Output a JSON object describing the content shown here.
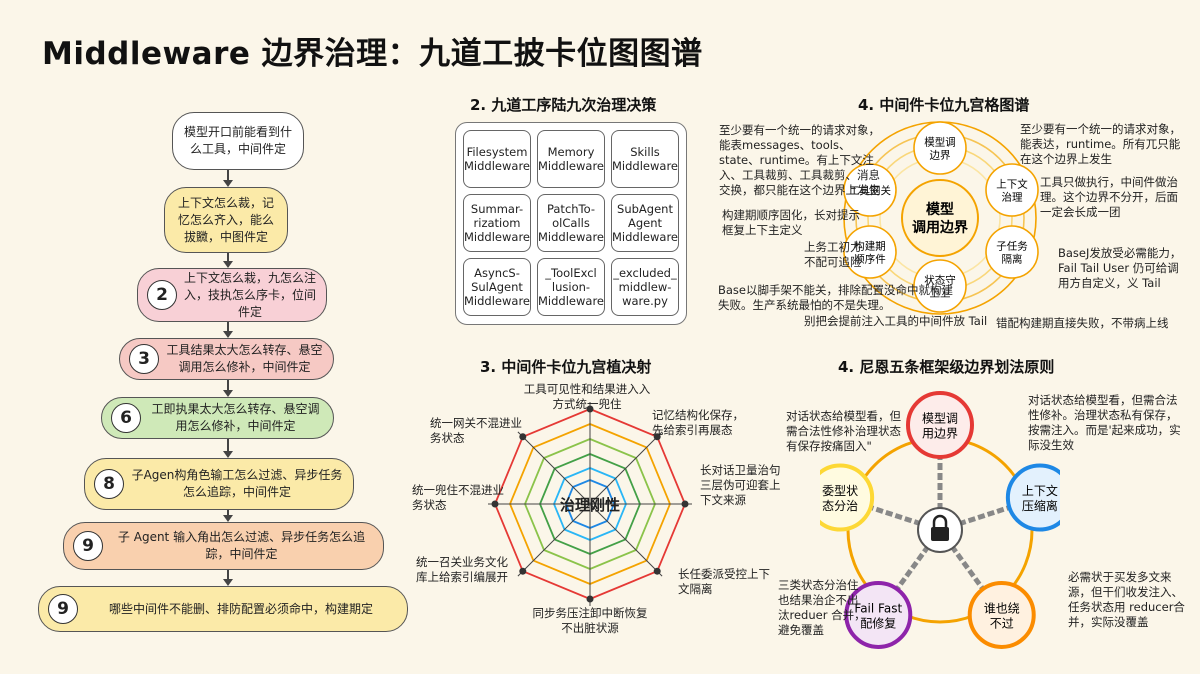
{
  "title": "Middleware 边界治理：九道工披卡位图图谱",
  "sections": {
    "s2": "2. 九道工序陆九次治理决策",
    "s3": "3. 中间件卡位九宫植决射",
    "s4a": "4. 中间件卡位九宫格图谱",
    "s4b": "4. 尼恩五条框架级边界划法原则"
  },
  "flow": [
    {
      "num": "",
      "text": "模型开口前能看到什么工具，中间件定",
      "color": "#ffffff"
    },
    {
      "num": "",
      "text": "上下文怎么裁，记忆怎么齐入，能么拔覹，中图件定",
      "color": "#fbeaa8"
    },
    {
      "num": "2",
      "text": "上下文怎么栽，九怎么注入，技执怎么序卡，位间件定",
      "color": "#f8d0d6"
    },
    {
      "num": "3",
      "text": "工具结果太大怎么转存、悬空调用怎么修补，中间件定",
      "color": "#f6c9c4"
    },
    {
      "num": "6",
      "text": "工即执果太大怎么转存、悬空调用怎么修补，中间件定",
      "color": "#cfe9b8"
    },
    {
      "num": "8",
      "text": "子Agen构角色输工怎么过滤、异步任务怎么追踪，中间件定",
      "color": "#fbeaa8"
    },
    {
      "num": "9",
      "text": "子 Agent 输入角出怎么过滤、异步任务怎么追踪，中间件定",
      "color": "#f9d0ae"
    },
    {
      "num": "9",
      "text": "哪些中间件不能删、排防配置必须命中，构建期定",
      "color": "#fbeaa8"
    }
  ],
  "grid": [
    "Filesystem Middleware",
    "Memory Middleware",
    "Skills Middleware",
    "Summar-rizatiom Middleware",
    "PatchTo-olCalls Middleware",
    "SubAgent Agent Middleware",
    "AsyncS-SulAgent Middleware",
    "_ToolExcl lusion-Middleware",
    "_excluded_ middlew-ware.py"
  ],
  "radar": {
    "center": "治理刚性",
    "labels": [
      "工具可见性和结果进入入方式统一兜住",
      "记忆结构化保存，先给索引再展态",
      "长对话卫量治句三层伪可迎套上下文来源",
      "长任委派受控上下文隔离",
      "同步务压注卸中断恢复不出脏状源",
      "统一召关业务文化库上给索引编展开",
      "统一兜住不混进业务状态",
      "统一网关不混进业务状态"
    ]
  },
  "map": {
    "center": "模型调用边界",
    "nodes": [
      "模型调边界",
      "上下文治理",
      "子任务隔离",
      "状态守卫卫",
      "构建期顺序件",
      "工具网关"
    ],
    "notes": [
      "至少要有一个统一的请求对象，能表messages、tools、state、runtime。有上下文注入、工具裁剪、工具裁剪、消息交换，都只能在这个边界上发生",
      "至少要有一个统一的请求对象，能表达，runtime。所有兀只能在这个边界上发生",
      "工具只做执行，中间件做治理。这个边界不分开，后面一定会长成一团",
      "构建期顺序固化，长对提示框复上下主定义",
      "上务工初力不配可追险",
      "BaseJ发放受必需能力，Fail Tail User 仍可给调用方自定义，义 Tail",
      "Base以脚手架不能关，排除配置没命中就构建失败。生产系统最怕的不是失理。",
      "别把会提前注入工具的中间件放 Tail",
      "错配构建期直接失败，不带病上线"
    ]
  },
  "principles": {
    "nodes": [
      "模型调用边界",
      "上下文压缩离",
      "谁也绕不过",
      "Fail Fast 配修复",
      "委型状态分治"
    ],
    "notes": [
      "对话状态给模型看，但需合法性修补。治理状态私有保存，按需注入。而是'起来成功，实际没生效",
      "对话状态给模型看，但需合法性修补治理状态有保存按痛固入\"",
      "必需状于买发多文来源，但干们收发注入、任务状态用 reducer合并，实际没覆盖",
      "三类状态分治住也结果治企不出汰reduer 合并，避免覆盖"
    ]
  }
}
